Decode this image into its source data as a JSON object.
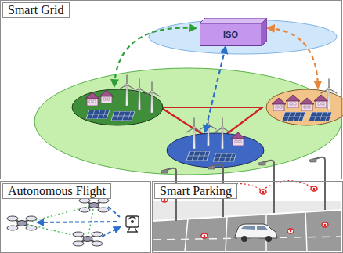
{
  "diagram": {
    "nodes": [
      {
        "text": [
          "Smart Grid"
        ]
      },
      {
        "text": [
          "ISO"
        ],
        "in": 0
      },
      {
        "text": [
          "Autonomous Flight"
        ]
      },
      {
        "text": [
          "Smart Parking"
        ]
      }
    ]
  }
}
